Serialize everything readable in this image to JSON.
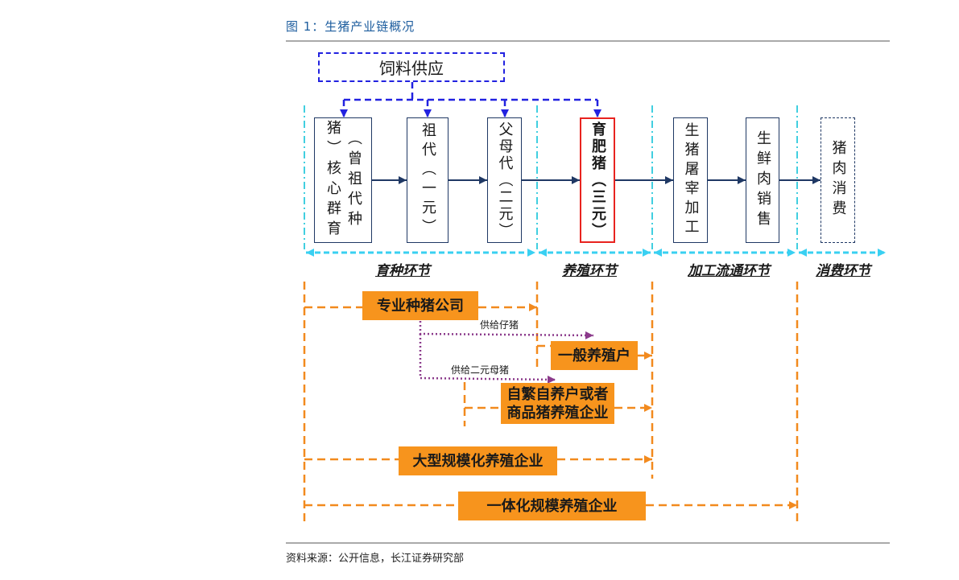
{
  "figure": {
    "title": "图 1：生猪产业链概况",
    "source": "资料来源：公开信息，长江证券研究部"
  },
  "feed_supply": {
    "label": "饲料供应"
  },
  "chain_nodes": [
    {
      "label": "（曾祖代种猪）核心群育"
    },
    {
      "label": "祖代（一元）"
    },
    {
      "label": "父母代（二元）"
    },
    {
      "label": "育肥猪（三元）",
      "highlighted": true
    },
    {
      "label": "生猪屠宰加工"
    },
    {
      "label": "生鲜肉销售"
    },
    {
      "label": "猪肉消费"
    }
  ],
  "stages": [
    {
      "label": "育种环节"
    },
    {
      "label": "养殖环节"
    },
    {
      "label": "加工流通环节"
    },
    {
      "label": "消费环节"
    }
  ],
  "participants": [
    {
      "lines": [
        "专业种猪公司"
      ]
    },
    {
      "lines": [
        "一般养殖户"
      ]
    },
    {
      "lines": [
        "自繁自养户或者",
        "商品猪养殖企业"
      ]
    },
    {
      "lines": [
        "大型规模化养殖企业"
      ]
    },
    {
      "lines": [
        "一体化规模养殖企业"
      ]
    }
  ],
  "supply_flows": [
    {
      "label": "供给仔猪"
    },
    {
      "label": "供给二元母猪"
    }
  ],
  "colors": {
    "title": "#1d5d9e",
    "feed_supply": "#2222e0",
    "chain_node_border": "#1f3864",
    "highlight_border": "#e8231f",
    "stage_divider": "#3fd2ef",
    "participant_fill": "#f7941d",
    "participant_flow": "#f28a1e",
    "supply_flow": "#8b3a8b"
  }
}
